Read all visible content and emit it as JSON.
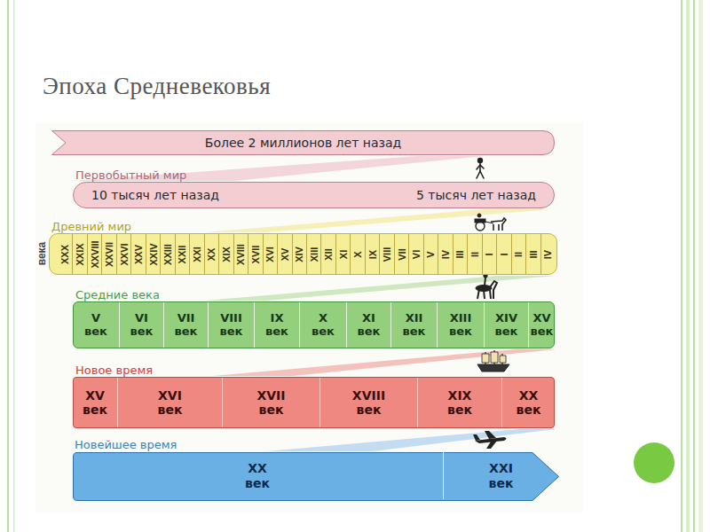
{
  "diagram": {
    "title": "Эпоха Средневековья",
    "nodes": [
      {
        "text": [
          "Более 2 миллионов лет назад"
        ]
      },
      {
        "text": [
          "Первобытный мир",
          "10 тысяч лет назад",
          "5 тысяч лет назад"
        ]
      },
      {
        "text": [
          "Древний мир"
        ]
      },
      {
        "text": [
          "XXX"
        ],
        "in": 2
      },
      {
        "text": [
          "XXIX"
        ],
        "in": 2
      },
      {
        "text": [
          "XXVIII"
        ],
        "in": 2
      },
      {
        "text": [
          "XXVII"
        ],
        "in": 2
      },
      {
        "text": [
          "XXVI"
        ],
        "in": 2
      },
      {
        "text": [
          "XXV"
        ],
        "in": 2
      },
      {
        "text": [
          "XXIV"
        ],
        "in": 2
      },
      {
        "text": [
          "XXIII"
        ],
        "in": 2
      },
      {
        "text": [
          "XXII"
        ],
        "in": 2
      },
      {
        "text": [
          "XXI"
        ],
        "in": 2
      },
      {
        "text": [
          "XX"
        ],
        "in": 2
      },
      {
        "text": [
          "XIX"
        ],
        "in": 2
      },
      {
        "text": [
          "XVIII"
        ],
        "in": 2
      },
      {
        "text": [
          "XVII"
        ],
        "in": 2
      },
      {
        "text": [
          "XVI"
        ],
        "in": 2
      },
      {
        "text": [
          "XV"
        ],
        "in": 2
      },
      {
        "text": [
          "XIV"
        ],
        "in": 2
      },
      {
        "text": [
          "XIII"
        ],
        "in": 2
      },
      {
        "text": [
          "XII"
        ],
        "in": 2
      },
      {
        "text": [
          "XI"
        ],
        "in": 2
      },
      {
        "text": [
          "X"
        ],
        "in": 2
      },
      {
        "text": [
          "IX"
        ],
        "in": 2
      },
      {
        "text": [
          "VIII"
        ],
        "in": 2
      },
      {
        "text": [
          "VII"
        ],
        "in": 2
      },
      {
        "text": [
          "VI"
        ],
        "in": 2
      },
      {
        "text": [
          "V"
        ],
        "in": 2
      },
      {
        "text": [
          "IV"
        ],
        "in": 2
      },
      {
        "text": [
          "III"
        ],
        "in": 2
      },
      {
        "text": [
          "II"
        ],
        "in": 2
      },
      {
        "text": [
          "I"
        ],
        "in": 2
      },
      {
        "text": [
          "I"
        ],
        "in": 2
      },
      {
        "text": [
          "II"
        ],
        "in": 2
      },
      {
        "text": [
          "III"
        ],
        "in": 2
      },
      {
        "text": [
          "IV"
        ],
        "in": 2
      },
      {
        "text": [
          "Средние века"
        ]
      },
      {
        "text": [
          "V век"
        ],
        "in": 37
      },
      {
        "text": [
          "VI век"
        ],
        "in": 37
      },
      {
        "text": [
          "VII век"
        ],
        "in": 37
      },
      {
        "text": [
          "VIII век"
        ],
        "in": 37
      },
      {
        "text": [
          "IX век"
        ],
        "in": 37
      },
      {
        "text": [
          "X век"
        ],
        "in": 37
      },
      {
        "text": [
          "XI век"
        ],
        "in": 37
      },
      {
        "text": [
          "XII век"
        ],
        "in": 37
      },
      {
        "text": [
          "XIII век"
        ],
        "in": 37
      },
      {
        "text": [
          "XIV век"
        ],
        "in": 37
      },
      {
        "text": [
          "XV век"
        ],
        "in": 37
      },
      {
        "text": [
          "Новое время"
        ]
      },
      {
        "text": [
          "XV век"
        ],
        "in": 49
      },
      {
        "text": [
          "XVI век"
        ],
        "in": 49
      },
      {
        "text": [
          "XVII век"
        ],
        "in": 49
      },
      {
        "text": [
          "XVIII век"
        ],
        "in": 49
      },
      {
        "text": [
          "XIX век"
        ],
        "in": 49
      },
      {
        "text": [
          "XX век"
        ],
        "in": 49
      },
      {
        "text": [
          "Новейшее время"
        ]
      },
      {
        "text": [
          "XX век"
        ],
        "in": 56
      },
      {
        "text": [
          "XXI век"
        ],
        "in": 56
      }
    ],
    "labels": [
      "века"
    ]
  }
}
